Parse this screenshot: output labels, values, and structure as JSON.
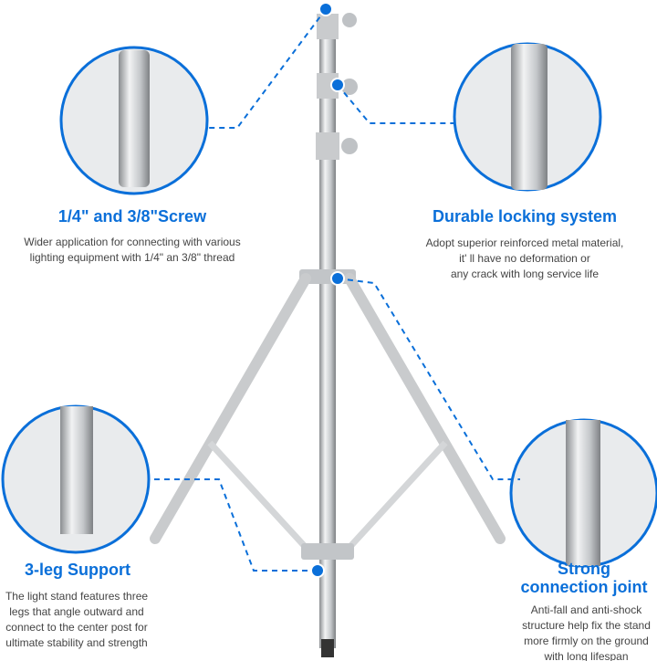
{
  "accent_color": "#0a6fd9",
  "features": [
    {
      "title": "1/4\" and 3/8\"Screw",
      "lines": [
        "Wider application for connecting with various",
        "lighting equipment with 1/4\" an 3/8\" thread"
      ]
    },
    {
      "title": "Durable locking system",
      "lines": [
        "Adopt superior reinforced metal material,",
        "it' ll have no deformation or",
        "any crack  with long service life"
      ]
    },
    {
      "title": "3-leg Support",
      "lines": [
        "The light stand features three",
        "legs that angle outward and",
        "connect to the center post for",
        "ultimate stability and strength"
      ]
    },
    {
      "title_lines": [
        "Strong",
        "connection joint"
      ],
      "lines": [
        "Anti-fall and anti-shock",
        "structure help fix the stand",
        "more firmly on the ground",
        "with long lifespan"
      ]
    }
  ]
}
